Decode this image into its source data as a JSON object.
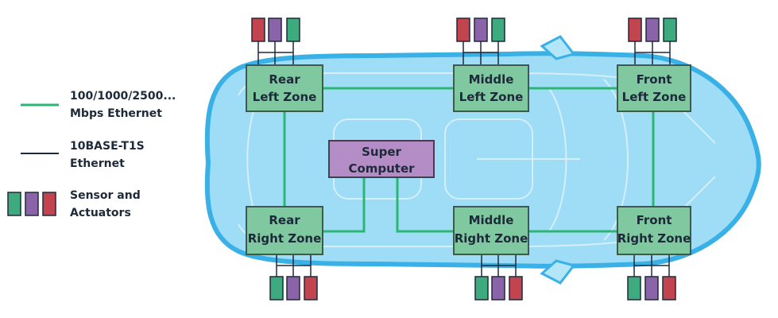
{
  "legend": {
    "ethernet_fast": {
      "label_line1": "100/1000/2500...",
      "label_line2": "Mbps Ethernet",
      "color": "#2bb673"
    },
    "ethernet_t1s": {
      "label_line1": "10BASE-T1S",
      "label_line2": "Ethernet",
      "color": "#1e2a3a"
    },
    "sensors": {
      "label_line1": "Sensor and",
      "label_line2": "Actuators",
      "colors": [
        "#3eab7e",
        "#8b63a8",
        "#c2444e"
      ]
    }
  },
  "zones": {
    "rear_left": {
      "line1": "Rear",
      "line2": "Left Zone"
    },
    "middle_left": {
      "line1": "Middle",
      "line2": "Left Zone"
    },
    "front_left": {
      "line1": "Front",
      "line2": "Left Zone"
    },
    "rear_right": {
      "line1": "Rear",
      "line2": "Right Zone"
    },
    "middle_right": {
      "line1": "Middle",
      "line2": "Right Zone"
    },
    "front_right": {
      "line1": "Front",
      "line2": "Right Zone"
    },
    "super_computer": {
      "line1": "Super",
      "line2": "Computer"
    }
  },
  "colors": {
    "zone_fill": "#7fc8a0",
    "zone_stroke": "#3d5a4c",
    "computer_fill": "#b48cc6",
    "computer_stroke": "#4a3b55",
    "car_body": "#9fdcf6",
    "car_outline": "#39b1e6",
    "sensor_green": "#3eab7e",
    "sensor_purple": "#8b63a8",
    "sensor_red": "#c2444e"
  }
}
